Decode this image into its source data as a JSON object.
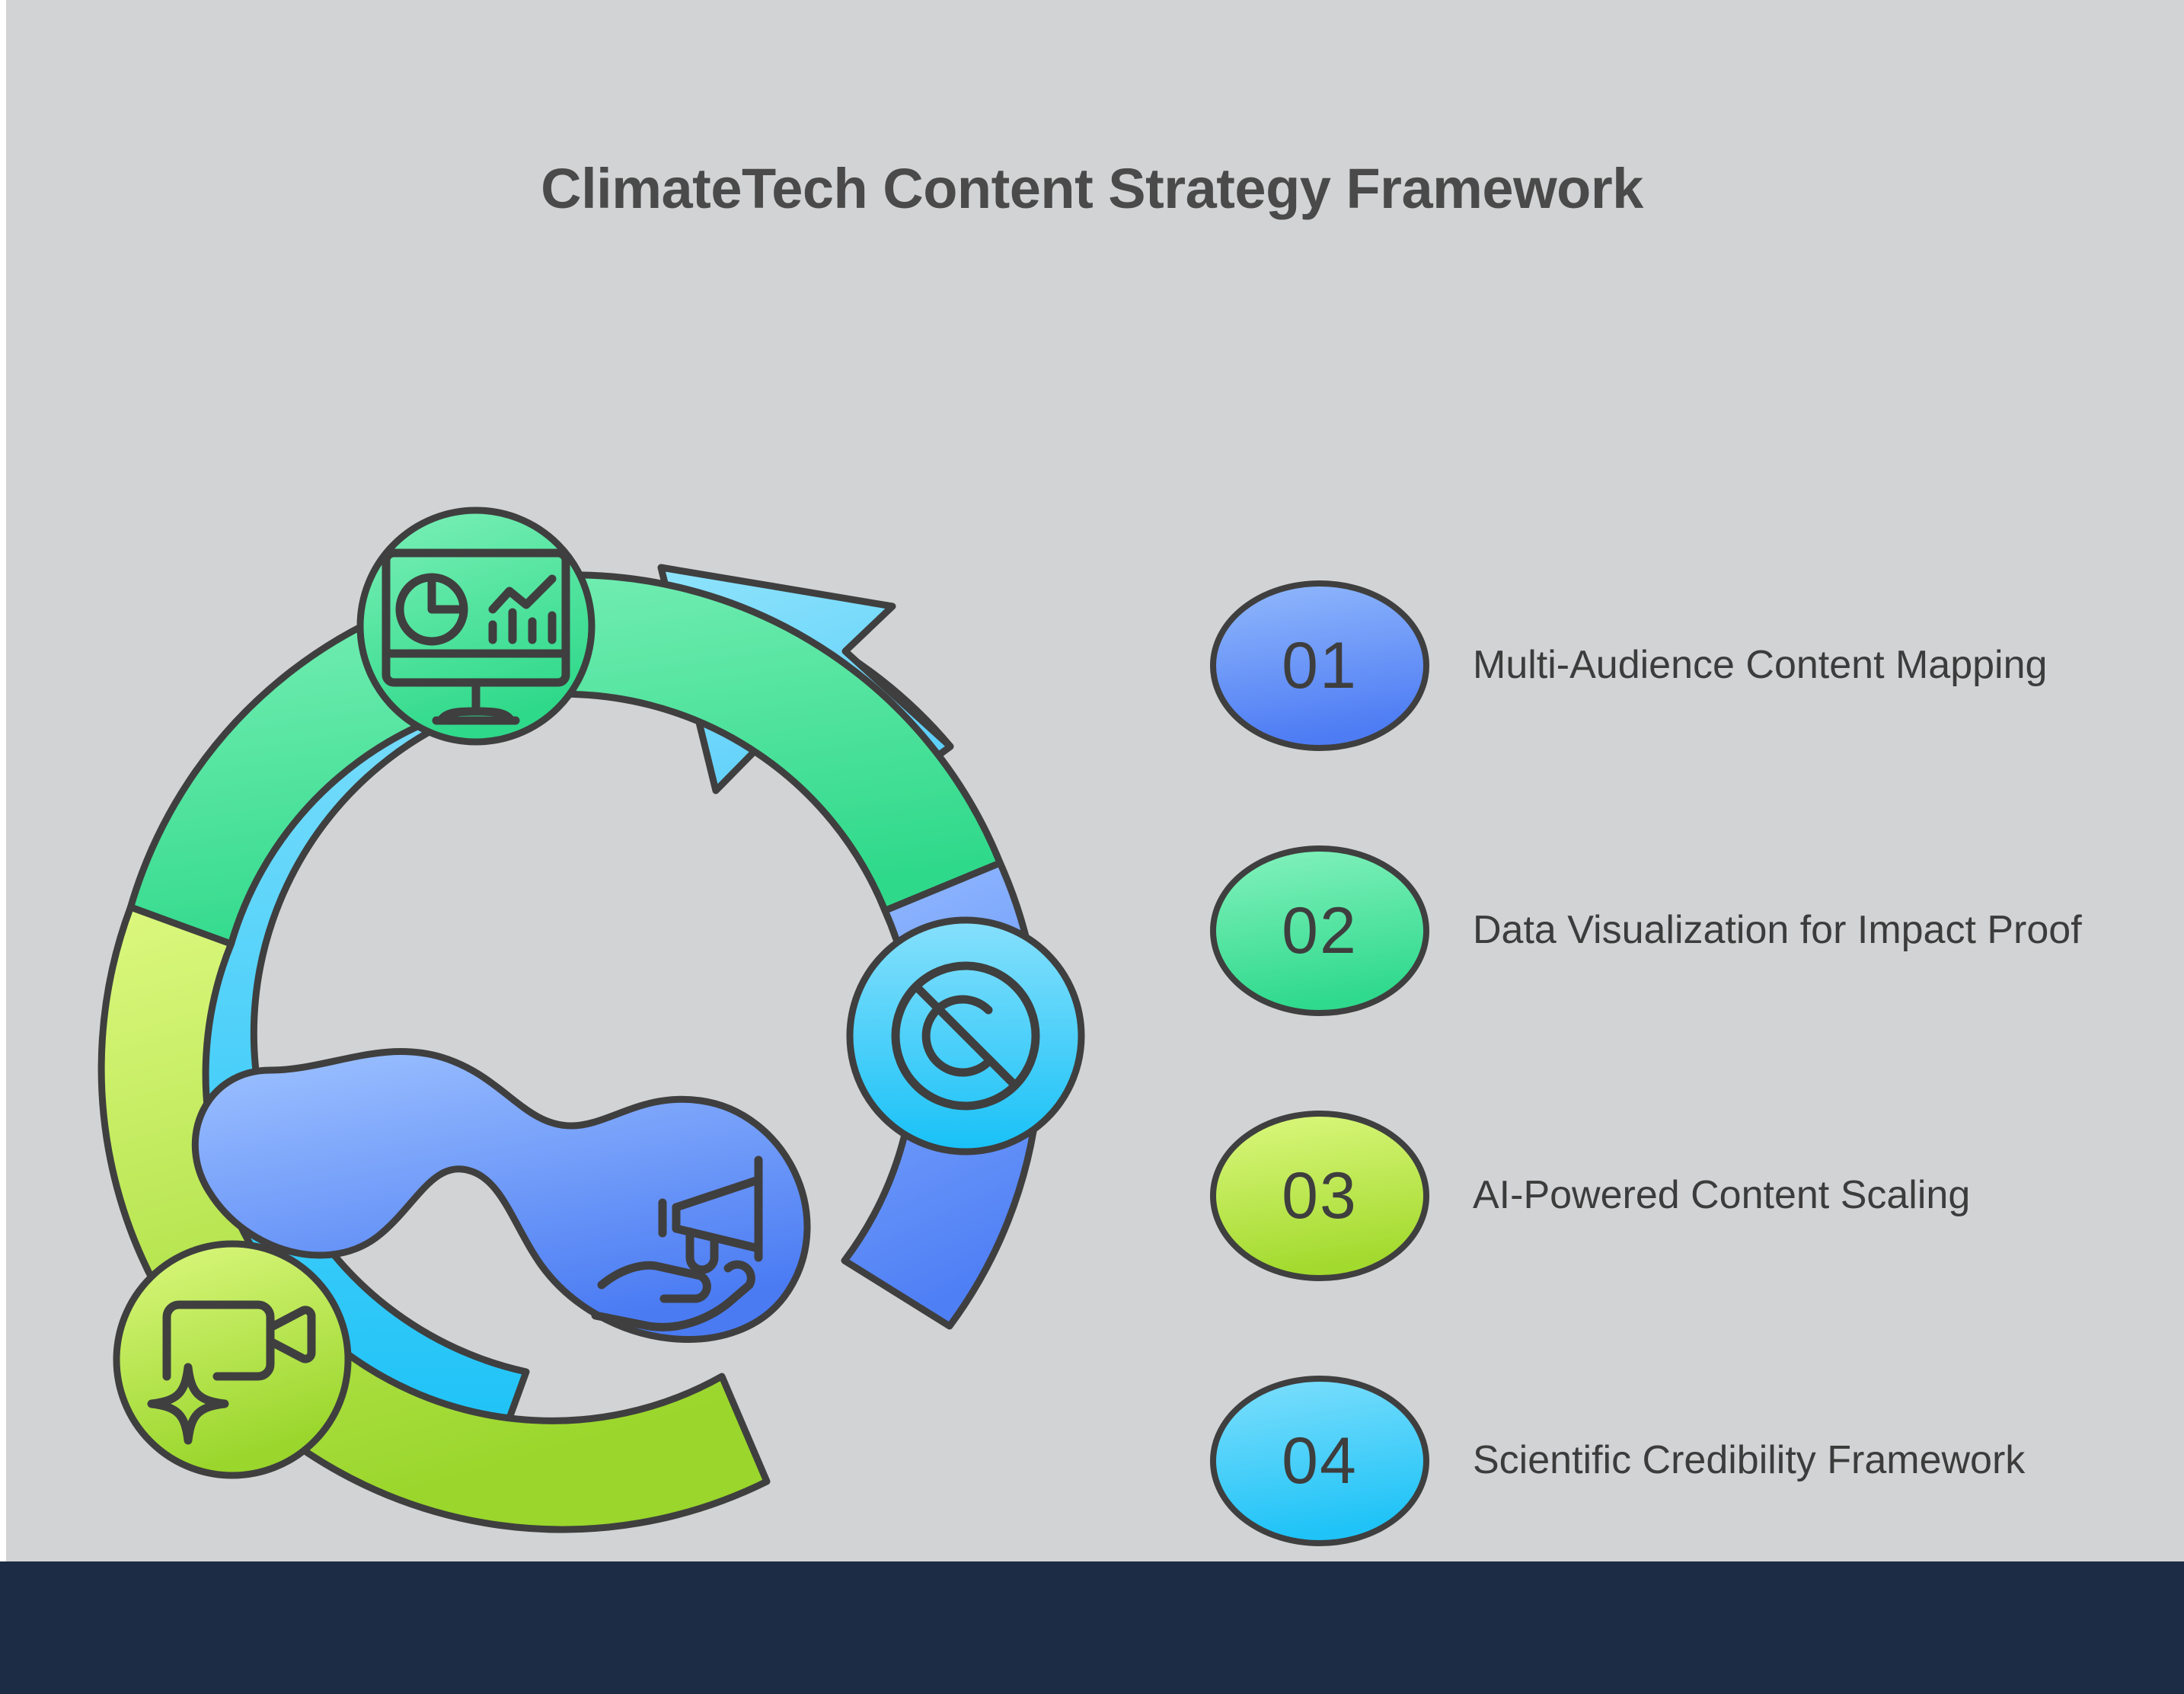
{
  "page": {
    "title": "ClimateTech Content Strategy Framework",
    "background_color": "#d2d3d4",
    "footer_color": "#1b2c44",
    "title_color": "#4a4a4a"
  },
  "diagram": {
    "type": "circular-cycle-arrow",
    "stroke_color": "#3f3f3f",
    "segments": [
      {
        "id": "seg-green",
        "position": "top",
        "color_from": "#7df0b8",
        "color_to": "#2fd98a",
        "icon": "dashboard-analytics-icon"
      },
      {
        "id": "seg-blue",
        "position": "right",
        "color_from": "#8fb5fb",
        "color_to": "#4f7ff5",
        "icon": "megaphone-hand-icon"
      },
      {
        "id": "seg-cyan",
        "position": "bottom-right",
        "color_from": "#7fdcfb",
        "color_to": "#1fc3f7",
        "icon": "no-copyright-icon"
      },
      {
        "id": "seg-lime",
        "position": "left",
        "color_from": "#d9f77a",
        "color_to": "#9ad62c",
        "icon": "video-sparkle-icon"
      }
    ],
    "arrow_head": {
      "direction": "up-left",
      "color": "#79d9f9"
    }
  },
  "legend": {
    "items": [
      {
        "number": "01",
        "label": "Multi-Audience Content Mapping",
        "color_from": "#92b9fc",
        "color_to": "#4d7cf4"
      },
      {
        "number": "02",
        "label": "Data Visualization for Impact Proof",
        "color_from": "#85f2bd",
        "color_to": "#2fd98d"
      },
      {
        "number": "03",
        "label": "AI-Powered Content Scaling",
        "color_from": "#dcf87f",
        "color_to": "#a3da2e"
      },
      {
        "number": "04",
        "label": "Scientific Credibility Framework",
        "color_from": "#7fdffc",
        "color_to": "#1fc3f7"
      }
    ]
  }
}
